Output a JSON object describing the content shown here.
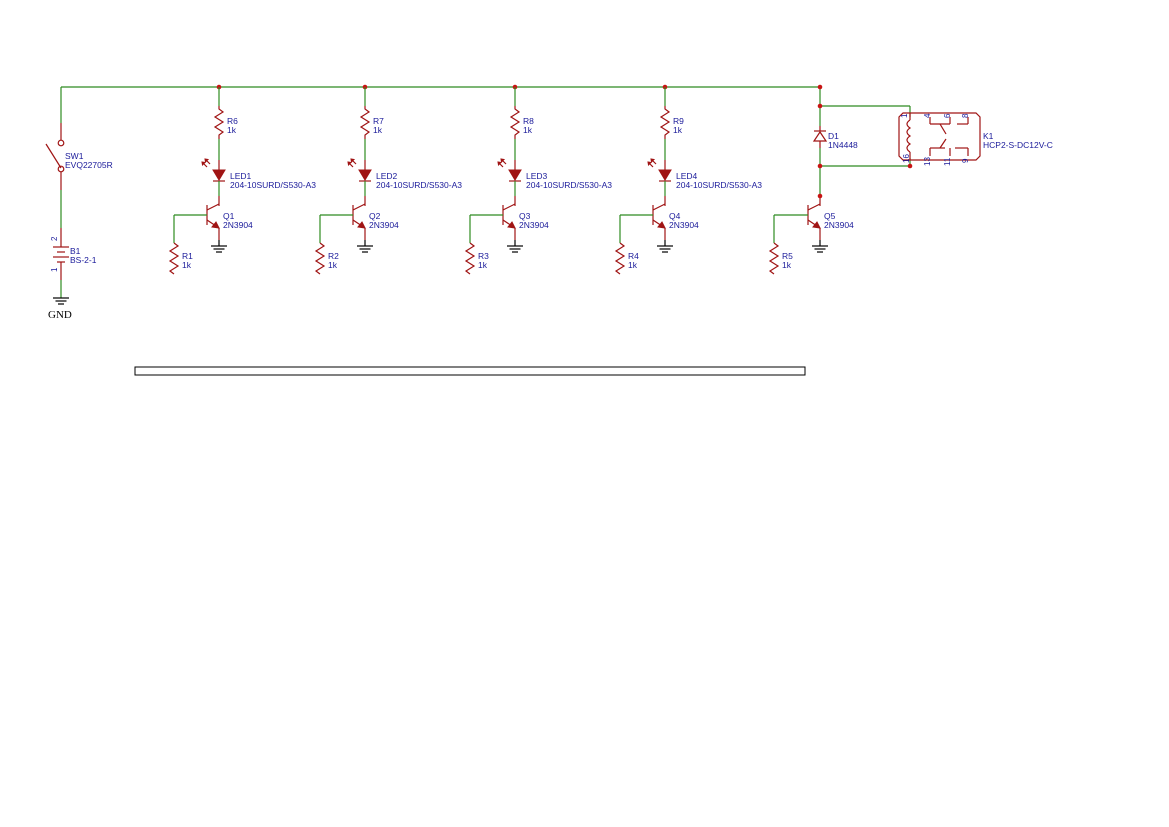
{
  "schematic": {
    "colors": {
      "wire": "#2e8b20",
      "part": "#a01414",
      "text": "#1a1a9a",
      "junction": "#c81414"
    },
    "sw1": {
      "ref": "SW1",
      "value": "EVQ22705R"
    },
    "b1": {
      "ref": "B1",
      "value": "BS-2-1",
      "pin1": "1",
      "pin2": "2"
    },
    "gnd_label": "GND",
    "stages": [
      {
        "r_top": "R6",
        "r_top_val": "1k",
        "led": "LED1",
        "led_val": "204-10SURD/S530-A3",
        "q": "Q1",
        "q_val": "2N3904",
        "r_base": "R1",
        "r_base_val": "1k"
      },
      {
        "r_top": "R7",
        "r_top_val": "1k",
        "led": "LED2",
        "led_val": "204-10SURD/S530-A3",
        "q": "Q2",
        "q_val": "2N3904",
        "r_base": "R2",
        "r_base_val": "1k"
      },
      {
        "r_top": "R8",
        "r_top_val": "1k",
        "led": "LED3",
        "led_val": "204-10SURD/S530-A3",
        "q": "Q3",
        "q_val": "2N3904",
        "r_base": "R3",
        "r_base_val": "1k"
      },
      {
        "r_top": "R9",
        "r_top_val": "1k",
        "led": "LED4",
        "led_val": "204-10SURD/S530-A3",
        "q": "Q4",
        "q_val": "2N3904",
        "r_base": "R4",
        "r_base_val": "1k"
      }
    ],
    "d1": {
      "ref": "D1",
      "value": "1N4448"
    },
    "q5": {
      "ref": "Q5",
      "value": "2N3904"
    },
    "r5": {
      "ref": "R5",
      "value": "1k"
    },
    "k1": {
      "ref": "K1",
      "value": "HCP2-S-DC12V-C",
      "pins": [
        "1",
        "4",
        "6",
        "8",
        "16",
        "13",
        "11",
        "9"
      ]
    }
  }
}
